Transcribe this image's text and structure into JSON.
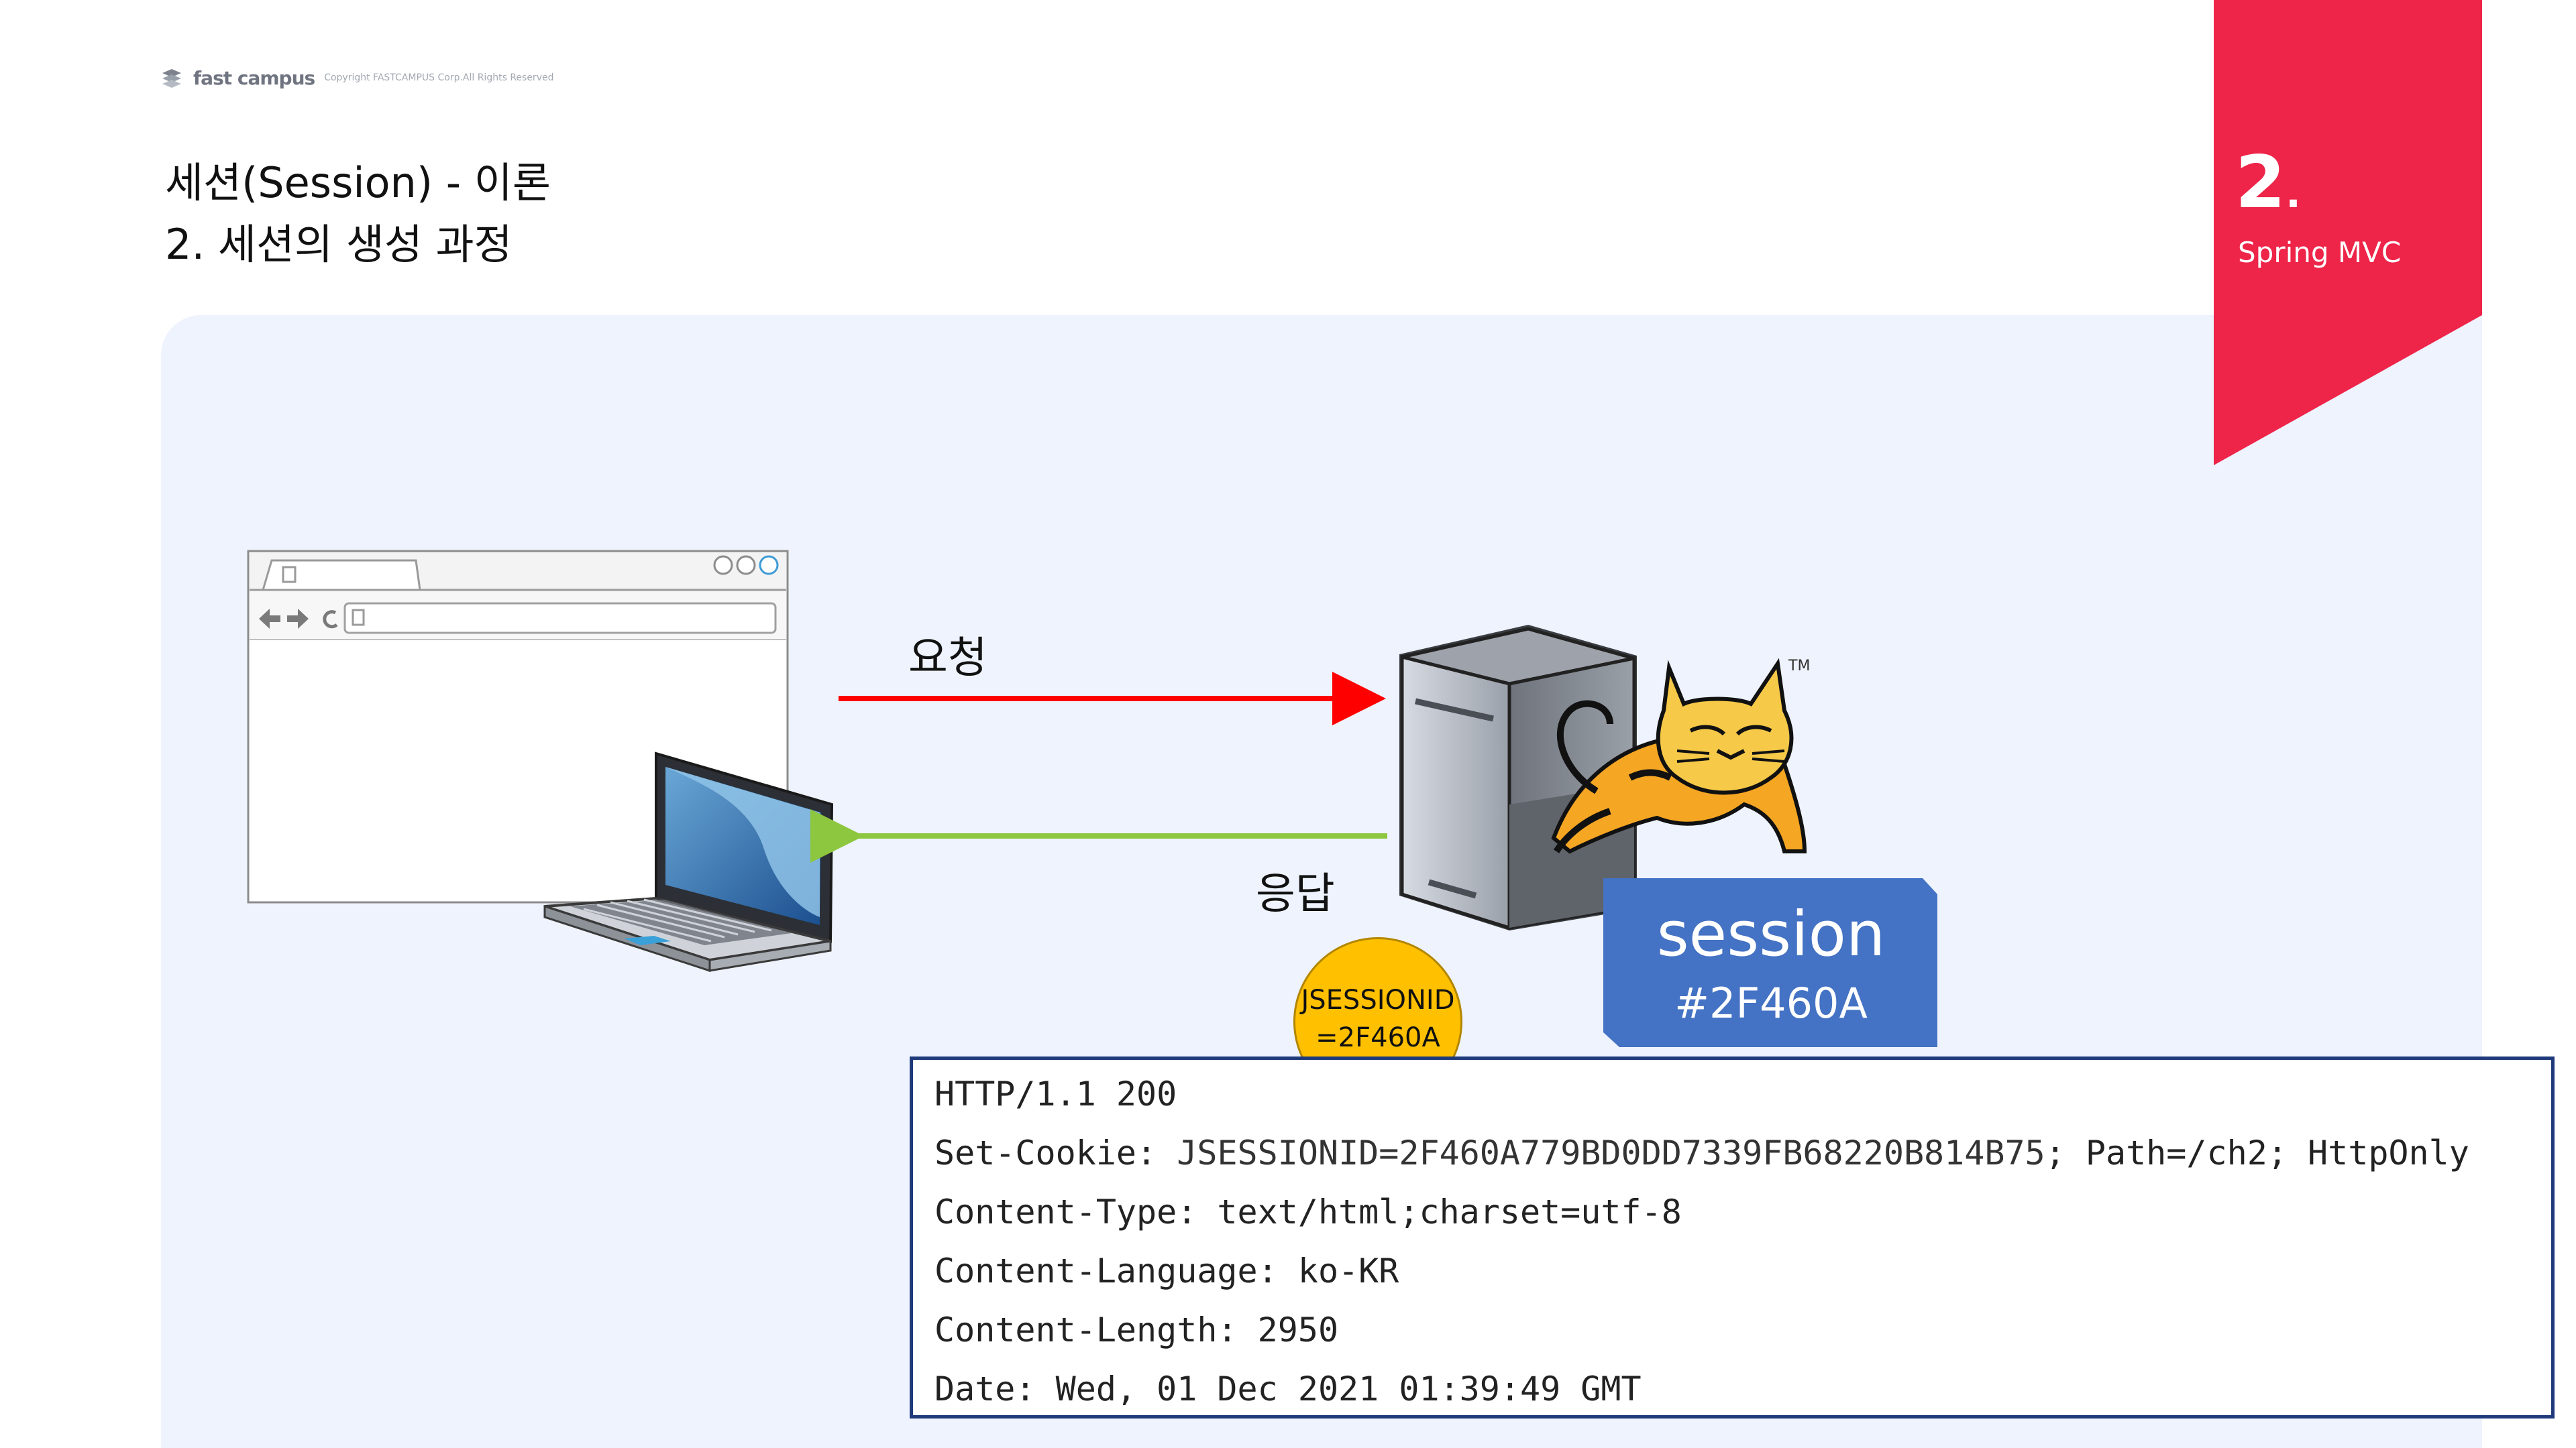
{
  "header": {
    "brand": "fast campus",
    "copyright": "Copyright FASTCAMPUS Corp.All Rights Reserved",
    "title_line1": "세션(Session) - 이론",
    "title_line2": "2. 세션의 생성 과정"
  },
  "tag": {
    "number": "2",
    "dot": ".",
    "subtitle": "Spring MVC",
    "color": "#ee2449"
  },
  "diagram": {
    "request_label": "요청",
    "response_label": "응답",
    "request_arrow_color": "#ff0000",
    "response_arrow_color": "#8dc63f",
    "session_box": {
      "title": "session",
      "id": "#2F460A",
      "color": "#4472c4"
    },
    "cookie": {
      "line1": "JSESSIONID",
      "line2": "=2F460A",
      "color": "#ffc000"
    },
    "tomcat_tm": "TM",
    "icons": [
      "browser-window-icon",
      "laptop-icon",
      "server-icon",
      "tomcat-logo-icon"
    ]
  },
  "http_response": {
    "status_line": "HTTP/1.1 200",
    "set_cookie_key": "Set-Cookie:",
    "set_cookie_value": "JSESSIONID=2F460A779BD0DD7339FB68220B814B75",
    "set_cookie_rest": "; Path=/ch2; HttpOnly",
    "content_type": "Content-Type: text/html;charset=utf-8",
    "content_language": "Content-Language: ko-KR",
    "content_length": "Content-Length: 2950",
    "date": "Date: Wed, 01 Dec 2021 01:39:49 GMT"
  }
}
